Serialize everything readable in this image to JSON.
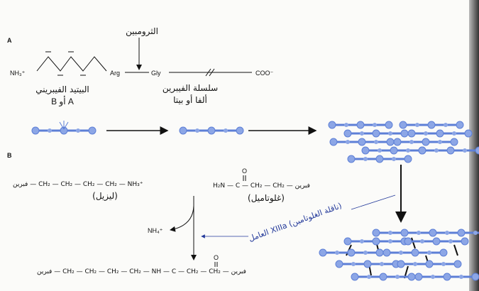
{
  "panel_a": {
    "label": "A",
    "thrombin": "الثرومبين",
    "nh3": "NH₃⁺",
    "arg": "Arg",
    "gly": "Gly",
    "coo": "COO⁻",
    "fibrinopeptide": "البيتيد الفيبريني",
    "fibrinopeptide_ab": "B أو A",
    "fibrin_chain": "سلسلة الفيبرين",
    "fibrin_chain_ab": "ألفا أو بيتا"
  },
  "panel_b": {
    "label": "B",
    "lysine_chain": "فبرين — CH₂ — CH₂ — CH₂ — CH₂ — NH₃⁺",
    "lysine_name": "(ليزيل)",
    "glutamyl_o": "O",
    "glutamyl_chain": "H₂N — C — CH₂ — CH₂ — فبرين",
    "glutamyl_name": "(غلوتاميل)",
    "nh4": "NH₄⁺",
    "enzyme": "العامل XIIIa (ناقلة الغلوتامين)",
    "product_o": "O",
    "product_chain": "فبرين — CH₂ — CH₂ — CH₂ — CH₂ — NH — C — CH₂ — CH₂ — فبرين"
  },
  "colors": {
    "fibrin": "#7f9be0",
    "enzyme_text": "#23399a"
  }
}
